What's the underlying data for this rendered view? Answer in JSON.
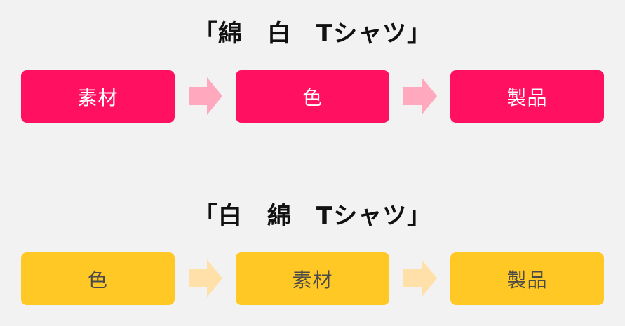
{
  "diagrams": [
    {
      "title": "「綿　白　Tシャツ」",
      "steps": [
        "素材",
        "色",
        "製品"
      ],
      "box_color": "#ff1060",
      "arrow_color": "#ffa8be",
      "text_color": "#ffffff"
    },
    {
      "title": "「白　綿　Tシャツ」",
      "steps": [
        "色",
        "素材",
        "製品"
      ],
      "box_color": "#ffc824",
      "arrow_color": "#ffe0a8",
      "text_color": "#4a4a4a"
    }
  ]
}
